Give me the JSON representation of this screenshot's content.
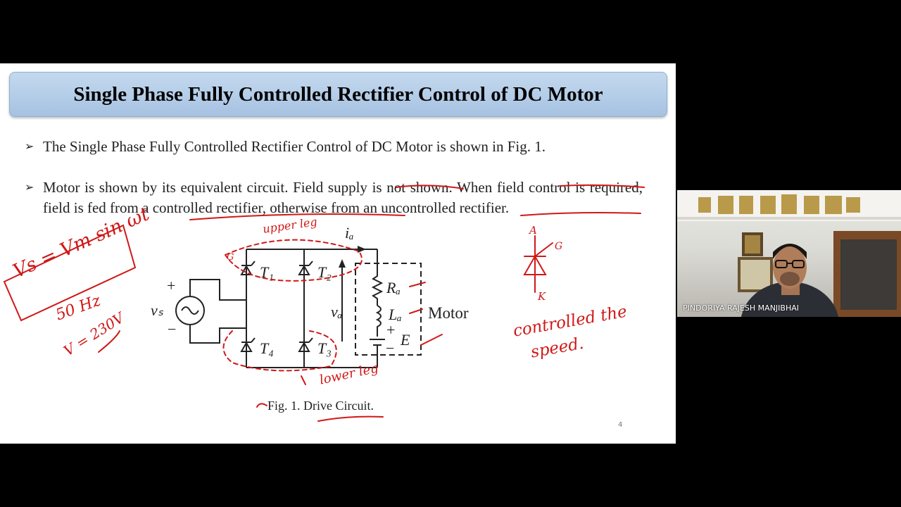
{
  "slide": {
    "title": "Single Phase Fully Controlled Rectifier Control of DC Motor",
    "bullet_mark": "➢",
    "bullets": [
      "The Single Phase Fully Controlled Rectifier Control of DC Motor is shown in Fig. 1.",
      "Motor is shown by its equivalent circuit. Field supply is not shown. When field control is required, field is fed from a controlled rectifier, otherwise from an uncontrolled rectifier."
    ],
    "figure": {
      "caption": "Fig. 1. Drive Circuit.",
      "labels": {
        "t1": "T₁",
        "t2": "T₂",
        "t3": "T₃",
        "t4": "T₄",
        "ia": "iₐ",
        "va": "vₐ",
        "vs": "vₛ",
        "ra": "Rₐ",
        "la": "Lₐ",
        "e": "E",
        "plus": "+",
        "minus": "−",
        "motor": "Motor"
      }
    },
    "page_number": "4"
  },
  "annotations": {
    "vs_formula": "Vs = Vm sin ωt",
    "frequency": "50 Hz",
    "voltage": "V = 230V",
    "upper_leg": "upper leg",
    "lower_leg": "lower leg",
    "gate_g": "G",
    "scr_a": "A",
    "scr_g": "G",
    "scr_k": "K",
    "controlled": "controlled the",
    "speed": "speed."
  },
  "video": {
    "participant_name": "PINDORIYA RAJESH MANJIBHAI"
  },
  "colors": {
    "annotation_ink": "#d01818",
    "title_bar": "#b5cde8"
  }
}
